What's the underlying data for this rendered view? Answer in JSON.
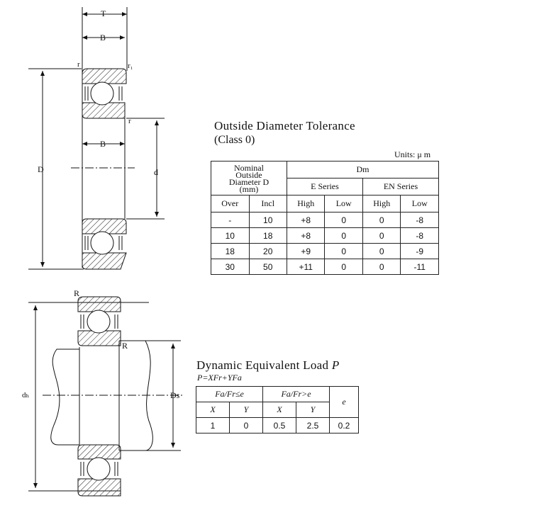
{
  "diagram_top": {
    "dim_T": "T",
    "dim_B_top": "B",
    "dim_B_mid": "B",
    "dim_D": "D",
    "dim_d": "d",
    "r_top_left": "r",
    "r1_top_right": "r₁",
    "r_mid": "r"
  },
  "diagram_bottom": {
    "R_top": "R",
    "R_mid": "R",
    "dh": "dₕ",
    "Ds": "Ds"
  },
  "tolerance": {
    "title_line1": "Outside Diameter Tolerance",
    "title_line2": "(Class 0)",
    "units": "Units: μ m",
    "header_nominal": [
      "Nominal",
      "Outside",
      "Diameter D",
      "(mm)"
    ],
    "header_dm": "Dm",
    "header_e_series": "E Series",
    "header_en_series": "EN Series",
    "col_over": "Over",
    "col_incl": "Incl",
    "col_e_high": "High",
    "col_e_low": "Low",
    "col_en_high": "High",
    "col_en_low": "Low",
    "rows": [
      [
        "-",
        "10",
        "+8",
        "0",
        "0",
        "-8"
      ],
      [
        "10",
        "18",
        "+8",
        "0",
        "0",
        "-8"
      ],
      [
        "18",
        "20",
        "+9",
        "0",
        "0",
        "-9"
      ],
      [
        "30",
        "50",
        "+11",
        "0",
        "0",
        "-11"
      ]
    ]
  },
  "load": {
    "title": "Dynamic Equivalent Load",
    "title_symbol": "P",
    "formula": "P=XFr+YFa",
    "header_le": "Fa/Fr≤e",
    "header_gt": "Fa/Fr>e",
    "header_e": "e",
    "col_x1": "X",
    "col_y1": "Y",
    "col_x2": "X",
    "col_y2": "Y",
    "values": [
      "1",
      "0",
      "0.5",
      "2.5",
      "0.2"
    ]
  }
}
